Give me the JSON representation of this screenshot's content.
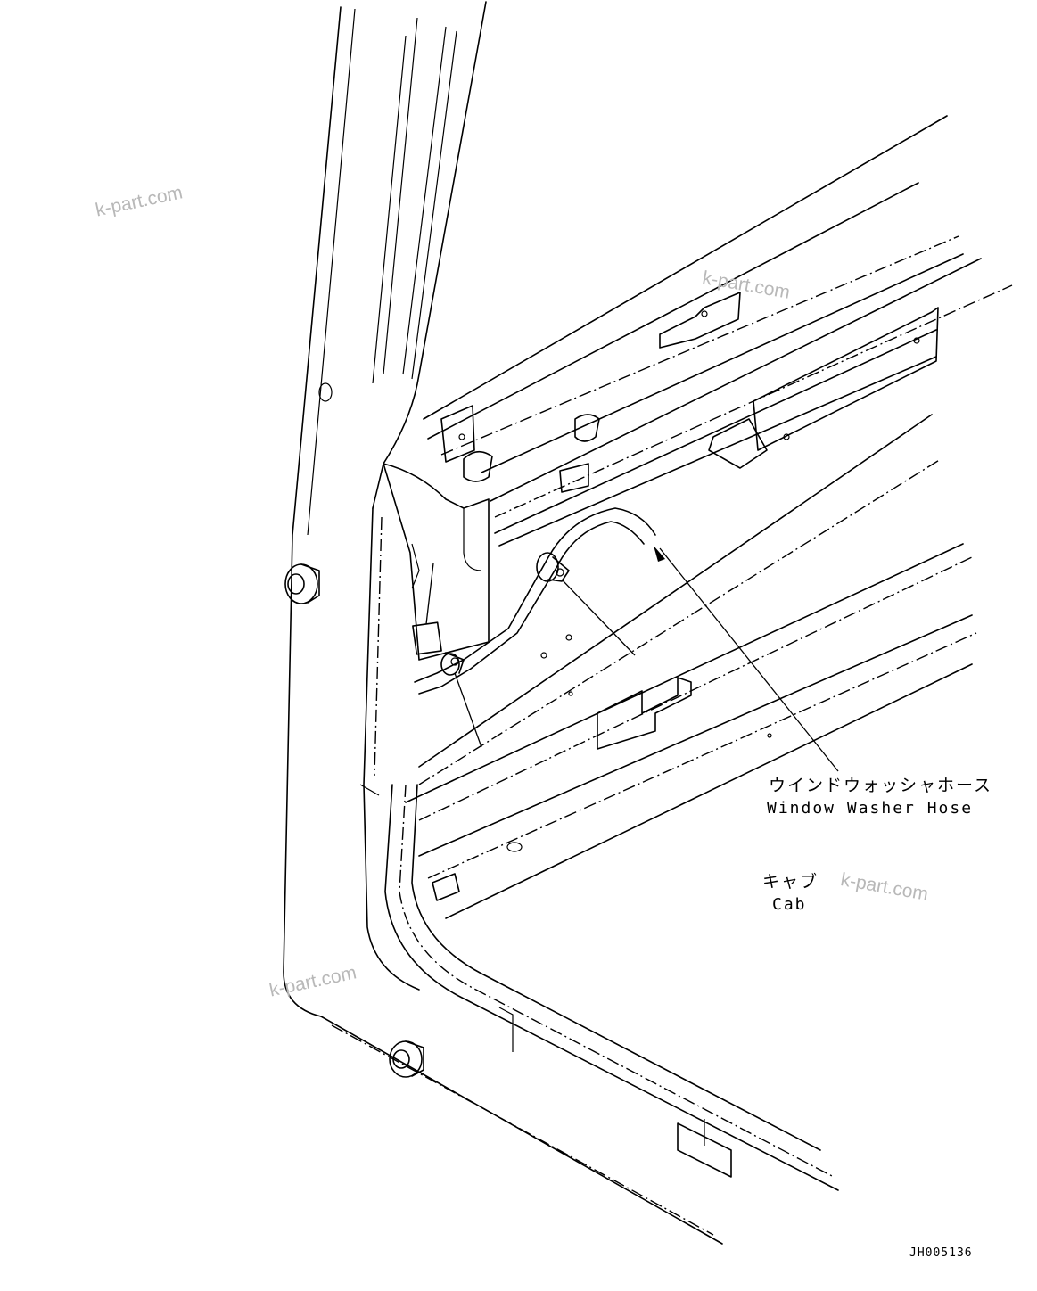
{
  "labels": {
    "hose_jp": "ウインドウォッシャホース",
    "hose_en": "Window Washer Hose",
    "cab_jp": "キャブ",
    "cab_en": "Cab"
  },
  "watermark": "k-part.com",
  "drawing_code": "JH005136"
}
